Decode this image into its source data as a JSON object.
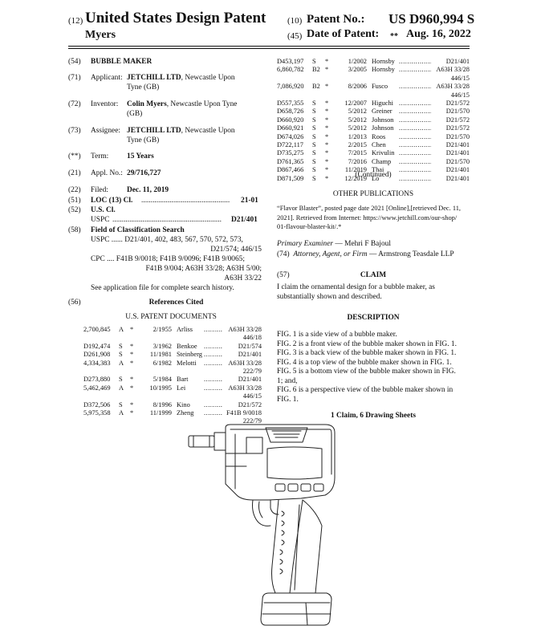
{
  "header": {
    "type_code": "(12)",
    "type_title": "United States Design Patent",
    "inventor_short": "Myers",
    "patent_no_code": "(10)",
    "patent_no_label": "Patent No.:",
    "patent_no_value": "US D960,994 S",
    "date_code": "(45)",
    "date_label": "Date of Patent:",
    "date_stars": "**",
    "date_value": "Aug. 16, 2022"
  },
  "biblio": {
    "title_code": "(54)",
    "title": "BUBBLE MAKER",
    "applicant_code": "(71)",
    "applicant_label": "Applicant:",
    "applicant_name": "JETCHILL LTD",
    "applicant_loc1": ", Newcastle Upon",
    "applicant_loc2": "Tyne (GB)",
    "inventor_code": "(72)",
    "inventor_label": "Inventor:",
    "inventor_name": "Colin Myers",
    "inventor_loc1": ", Newcastle Upon Tyne",
    "inventor_loc2": "(GB)",
    "assignee_code": "(73)",
    "assignee_label": "Assignee:",
    "assignee_name": "JETCHILL LTD",
    "assignee_loc1": ", Newcastle Upon",
    "assignee_loc2": "Tyne (GB)",
    "term_code": "(**)",
    "term_label": "Term:",
    "term_value": "15 Years",
    "appl_code": "(21)",
    "appl_label": "Appl. No.:",
    "appl_value": "29/716,727",
    "filed_code": "(22)",
    "filed_label": "Filed:",
    "filed_value": "Dec. 11, 2019",
    "loc_code": "(51)",
    "loc_label": "LOC (13) Cl.",
    "loc_dots": "...............................................",
    "loc_value": "21-01",
    "uscl_code": "(52)",
    "uscl_label": "U.S. Cl.",
    "uspc_label": "USPC",
    "uspc_dots": "..........................................................",
    "uspc_value": "D21/401",
    "field_code": "(58)",
    "field_label": "Field of Classification Search",
    "field_uspc1": "USPC ...... D21/401, 402, 483, 567, 570, 572, 573,",
    "field_uspc2": "D21/574; 446/15",
    "field_cpc1": "CPC .... F41B 9/0018; F41B 9/0096; F41B 9/0065;",
    "field_cpc2": "F41B 9/004; A63H 33/28; A63H 5/00;",
    "field_cpc3": "A63H 33/22",
    "field_note": "See application file for complete search history.",
    "refs_code": "(56)",
    "refs_label": "References Cited",
    "us_docs_label": "U.S. PATENT DOCUMENTS"
  },
  "citations_left": [
    {
      "num": "2,700,845",
      "kind": "A",
      "star": "*",
      "date": "2/1955",
      "name": "Arliss",
      "cls": "A63H 33/28",
      "cont": "446/18"
    },
    {
      "num": "D192,474",
      "kind": "S",
      "star": "*",
      "date": "3/1962",
      "name": "Benkoe",
      "cls": "D21/574",
      "cont": ""
    },
    {
      "num": "D261,908",
      "kind": "S",
      "star": "*",
      "date": "11/1981",
      "name": "Steinberg",
      "cls": "D21/401",
      "cont": ""
    },
    {
      "num": "4,334,383",
      "kind": "A",
      "star": "*",
      "date": "6/1982",
      "name": "Melotti",
      "cls": "A63H 33/28",
      "cont": "222/79"
    },
    {
      "num": "D273,880",
      "kind": "S",
      "star": "*",
      "date": "5/1984",
      "name": "Bart",
      "cls": "D21/401",
      "cont": ""
    },
    {
      "num": "5,462,469",
      "kind": "A",
      "star": "*",
      "date": "10/1995",
      "name": "Lei",
      "cls": "A63H 33/28",
      "cont": "446/15"
    },
    {
      "num": "D372,506",
      "kind": "S",
      "star": "*",
      "date": "8/1996",
      "name": "Kino",
      "cls": "D21/572",
      "cont": ""
    },
    {
      "num": "5,975,358",
      "kind": "A",
      "star": "*",
      "date": "11/1999",
      "name": "Zheng",
      "cls": "F41B 9/0018",
      "cont": "222/79"
    }
  ],
  "citations_right": [
    {
      "num": "D453,197",
      "kind": "S",
      "star": "*",
      "date": "1/2002",
      "name": "Hornsby",
      "cls": "D21/401",
      "cont": ""
    },
    {
      "num": "6,860,782",
      "kind": "B2",
      "star": "*",
      "date": "3/2005",
      "name": "Hornsby",
      "cls": "A63H 33/28",
      "cont": "446/15"
    },
    {
      "num": "7,086,920",
      "kind": "B2",
      "star": "*",
      "date": "8/2006",
      "name": "Fusco",
      "cls": "A63H 33/28",
      "cont": "446/15"
    },
    {
      "num": "D557,355",
      "kind": "S",
      "star": "*",
      "date": "12/2007",
      "name": "Higuchi",
      "cls": "D21/572",
      "cont": ""
    },
    {
      "num": "D658,726",
      "kind": "S",
      "star": "*",
      "date": "5/2012",
      "name": "Greiner",
      "cls": "D21/570",
      "cont": ""
    },
    {
      "num": "D660,920",
      "kind": "S",
      "star": "*",
      "date": "5/2012",
      "name": "Johnson",
      "cls": "D21/572",
      "cont": ""
    },
    {
      "num": "D660,921",
      "kind": "S",
      "star": "*",
      "date": "5/2012",
      "name": "Johnson",
      "cls": "D21/572",
      "cont": ""
    },
    {
      "num": "D674,026",
      "kind": "S",
      "star": "*",
      "date": "1/2013",
      "name": "Roos",
      "cls": "D21/570",
      "cont": ""
    },
    {
      "num": "D722,117",
      "kind": "S",
      "star": "*",
      "date": "2/2015",
      "name": "Chen",
      "cls": "D21/401",
      "cont": ""
    },
    {
      "num": "D735,275",
      "kind": "S",
      "star": "*",
      "date": "7/2015",
      "name": "Krivulin",
      "cls": "D21/401",
      "cont": ""
    },
    {
      "num": "D761,365",
      "kind": "S",
      "star": "*",
      "date": "7/2016",
      "name": "Champ",
      "cls": "D21/570",
      "cont": ""
    },
    {
      "num": "D867,466",
      "kind": "S",
      "star": "*",
      "date": "11/2019",
      "name": "Thai",
      "cls": "D21/401",
      "cont": ""
    },
    {
      "num": "D871,509",
      "kind": "S",
      "star": "*",
      "date": "12/2019",
      "name": "Lo",
      "cls": "D21/401",
      "cont": ""
    }
  ],
  "right": {
    "continued": "(Continued)",
    "other_pubs_label": "OTHER PUBLICATIONS",
    "other_pubs_1": "“Flavor Blaster”, posted page date 2021 [Online],[retrieved Dec. 11,",
    "other_pubs_2": "2021]. Retrieved from Internet: https://www.jetchill.com/our-shop/",
    "other_pubs_3": "01-flavour-blaster-kit/.*",
    "examiner_label": "Primary Examiner",
    "examiner_value": " — Mehri F Bajoul",
    "attorney_code": "(74)",
    "attorney_label": "Attorney, Agent, or Firm",
    "attorney_value": " — Armstrong Teasdale LLP",
    "claim_code": "(57)",
    "claim_label": "CLAIM",
    "claim_text1": "I claim the ornamental design for a bubble maker, as",
    "claim_text2": "substantially shown and described.",
    "desc_label": "DESCRIPTION",
    "desc_lines": [
      "FIG. 1 is a side view of a bubble maker.",
      "FIG. 2 is a front view of the bubble maker shown in FIG. 1.",
      "FIG. 3 is a back view of the bubble maker shown in FIG. 1.",
      "FIG. 4 is a top view of the bubble maker shown in FIG. 1.",
      "FIG. 5 is a bottom view of the bubble maker shown in FIG.",
      "1; and,",
      "FIG. 6 is a perspective view of the bubble maker shown in",
      "FIG. 1."
    ],
    "summary": "1 Claim, 6 Drawing Sheets"
  }
}
